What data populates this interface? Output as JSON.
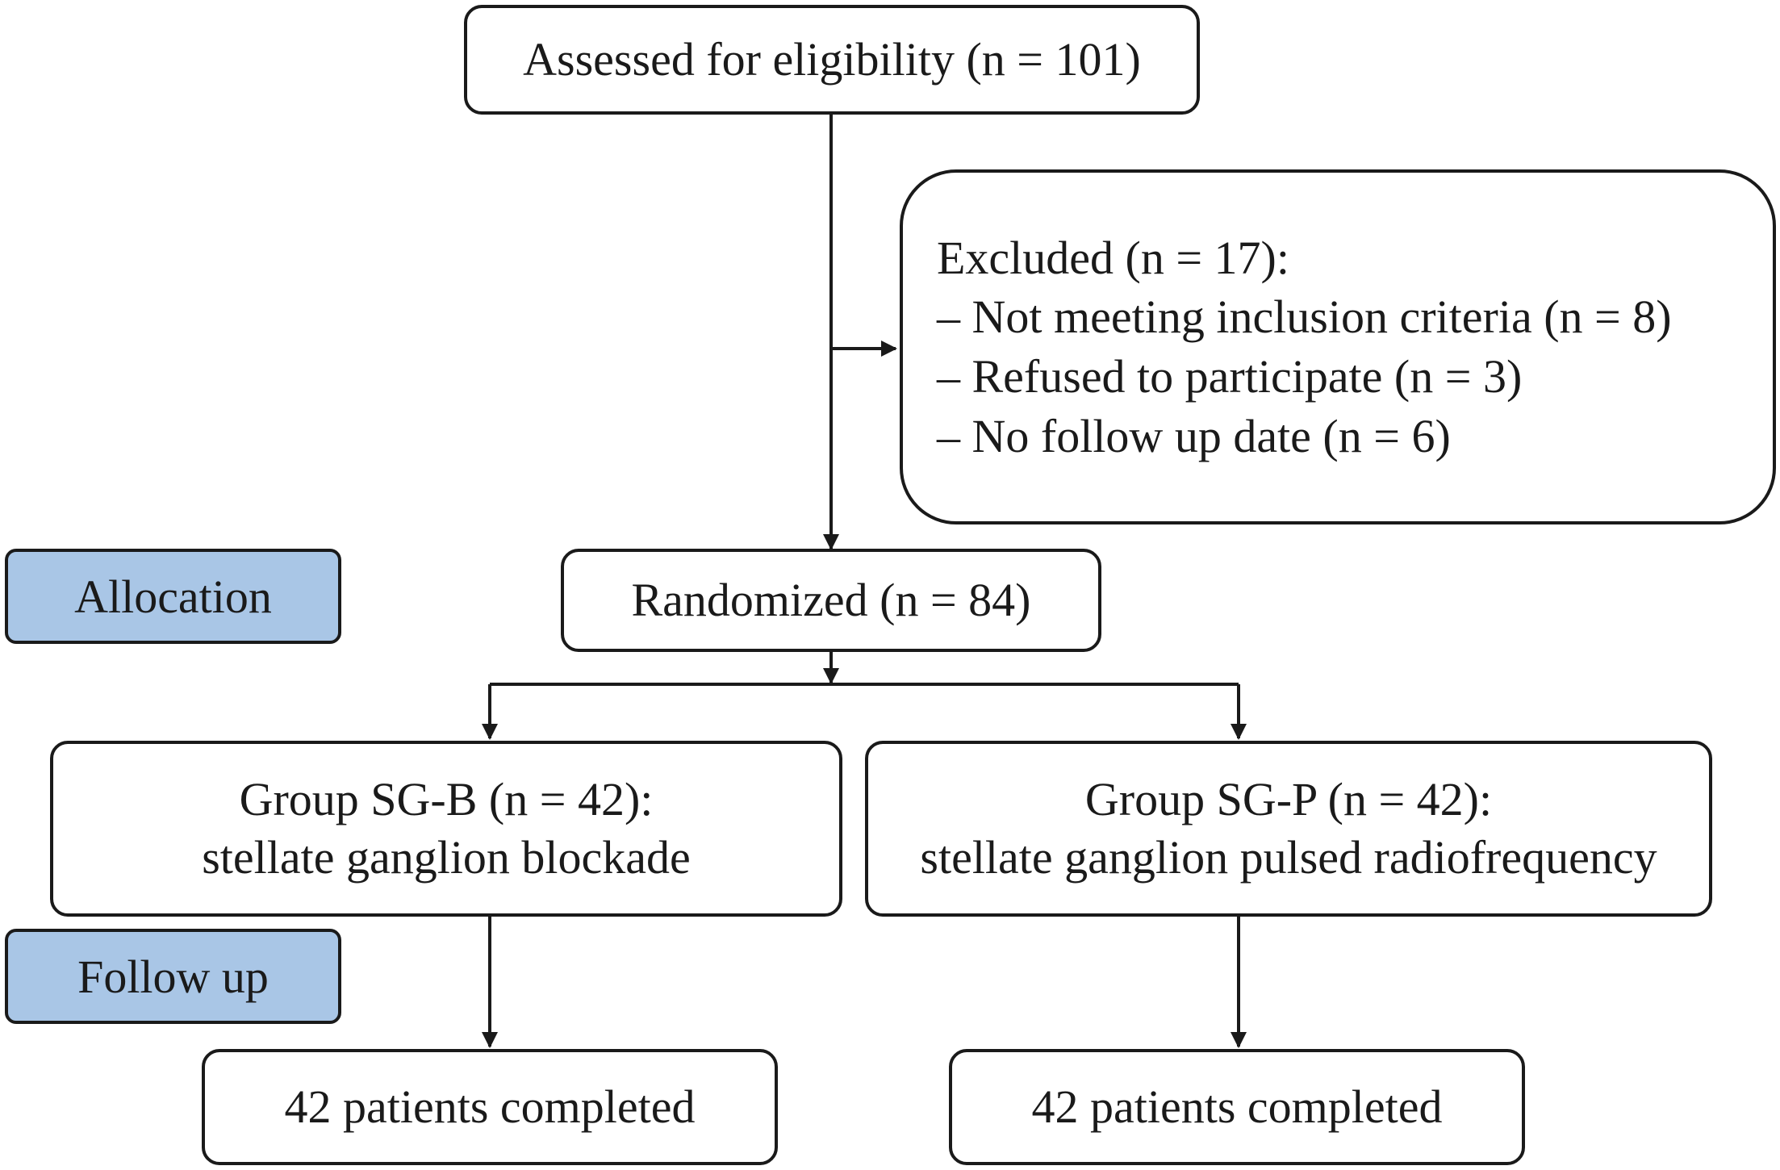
{
  "colors": {
    "stage_label_fill": "#a9c6e6",
    "stroke": "#1a1a1a",
    "background": "#ffffff"
  },
  "stages": {
    "allocation": "Allocation",
    "follow_up": "Follow up"
  },
  "boxes": {
    "assessed": "Assessed for eligibility (n = 101)",
    "excluded": {
      "title": "Excluded (n = 17):",
      "items": [
        "– Not meeting inclusion criteria (n = 8)",
        "– Refused to participate (n = 3)",
        "– No follow up date (n = 6)"
      ]
    },
    "randomized": "Randomized (n = 84)",
    "group_b": {
      "title": "Group SG-B (n = 42):",
      "description": "stellate ganglion blockade"
    },
    "group_p": {
      "title": "Group SG-P (n = 42):",
      "description": "stellate ganglion pulsed radiofrequency"
    },
    "completed_b": "42 patients completed",
    "completed_p": "42 patients completed"
  }
}
